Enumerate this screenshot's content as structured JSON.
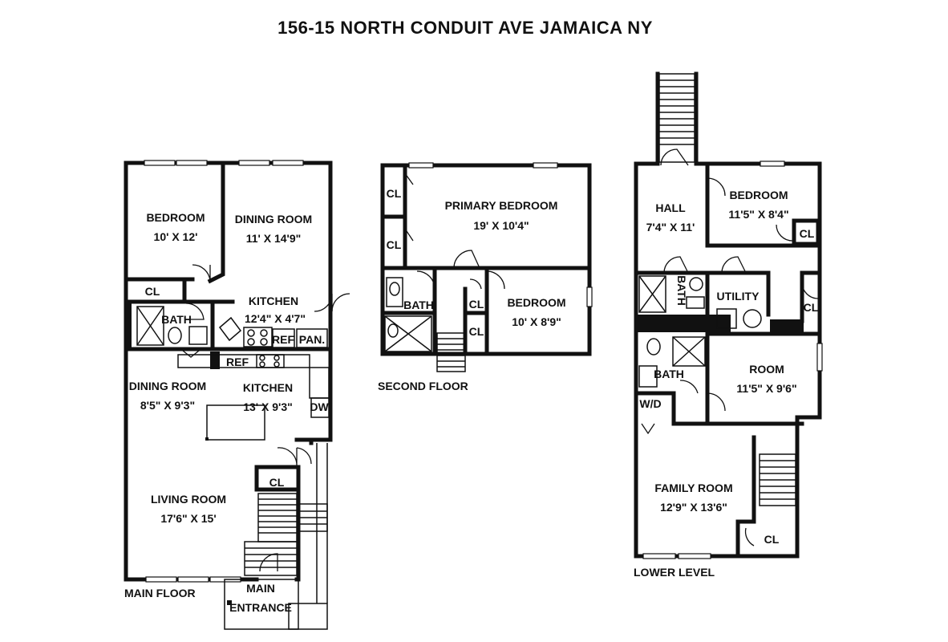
{
  "title": "156-15 NORTH CONDUIT AVE  JAMAICA NY",
  "main_floor": {
    "label": "MAIN FLOOR",
    "rooms": {
      "bedroom": {
        "name": "BEDROOM",
        "dims": "10' X 12'"
      },
      "dining_room_upper": {
        "name": "DINING ROOM",
        "dims": "11' X 14'9\""
      },
      "kitchen_upper": {
        "name": "KITCHEN",
        "dims": "12'4\" X 4'7\""
      },
      "dining_room_lower": {
        "name": "DINING ROOM",
        "dims": "8'5\" X 9'3\""
      },
      "kitchen_lower": {
        "name": "KITCHEN",
        "dims": "13' X 9'3\""
      },
      "living_room": {
        "name": "LIVING ROOM",
        "dims": "17'6\" X 15'"
      }
    },
    "tags": {
      "cl_bedroom": "CL",
      "bath": "BATH",
      "ref_upper": "REF",
      "pantry": "PAN.",
      "ref_lower": "REF",
      "dw": "DW",
      "cl_stair": "CL"
    },
    "entrance": {
      "line1": "MAIN",
      "line2": "ENTRANCE"
    }
  },
  "second_floor": {
    "label": "SECOND FLOOR",
    "rooms": {
      "primary_bedroom": {
        "name": "PRIMARY BEDROOM",
        "dims": "19' X 10'4\""
      },
      "bedroom": {
        "name": "BEDROOM",
        "dims": "10' X 8'9\""
      }
    },
    "tags": {
      "cl_top": "CL",
      "cl_mid": "CL",
      "bath": "BATH",
      "cl_small": "CL",
      "cl_low": "CL"
    }
  },
  "lower_level": {
    "label": "LOWER LEVEL",
    "rooms": {
      "hall": {
        "name": "HALL",
        "dims": "7'4\" X 11'"
      },
      "bedroom": {
        "name": "BEDROOM",
        "dims": "11'5\" X 8'4\""
      },
      "room": {
        "name": "ROOM",
        "dims": "11'5\" X 9'6\""
      },
      "family_room": {
        "name": "FAMILY ROOM",
        "dims": "12'9\" X 13'6\""
      }
    },
    "tags": {
      "cl_bedroom": "CL",
      "bath_upper": "BATH",
      "utility": "UTILITY",
      "cl_right": "CL",
      "bath_lower": "BATH",
      "wd": "W/D",
      "cl_family": "CL"
    }
  }
}
